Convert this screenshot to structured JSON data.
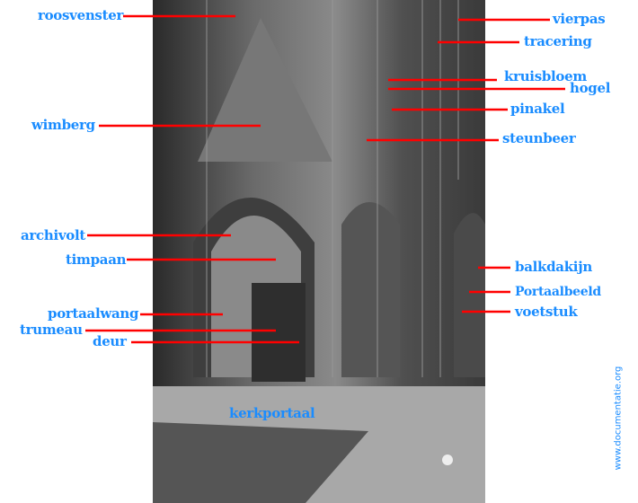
{
  "labels": {
    "roosvenster": "roosvenster",
    "vierpas": "vierpas",
    "tracering": "tracering",
    "kruisbloem": "kruisbloem",
    "hogel": "hogel",
    "wimberg": "wimberg",
    "pinakel": "pinakel",
    "steunbeer": "steunbeer",
    "archivolt": "archivolt",
    "timpaan": "timpaan",
    "balkdakijn": "balkdakijn",
    "portaalbeeld": "Portaalbeeld",
    "portaalwang": "portaalwang",
    "voetstuk": "voetstuk",
    "trumeau": "trumeau",
    "deur": "deur",
    "kerkportaal": "kerkportaal"
  },
  "credit": "www.documentatie.org",
  "colors": {
    "label": "#1a8cff",
    "leader": "#ff0000"
  }
}
